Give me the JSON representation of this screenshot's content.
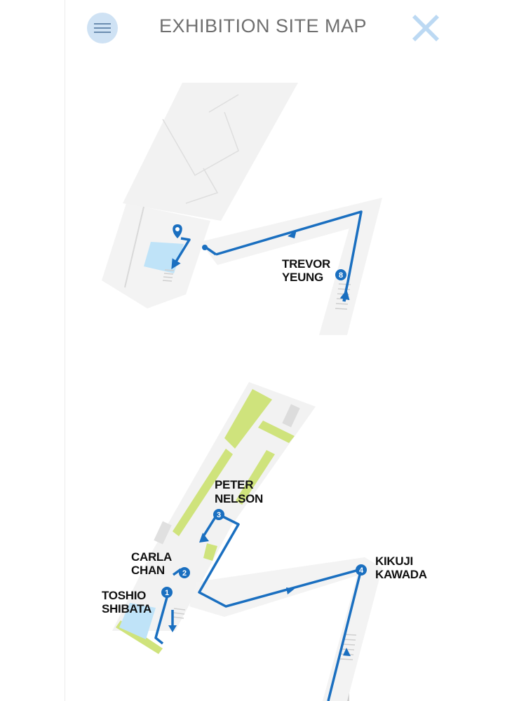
{
  "header": {
    "title": "EXHIBITION SITE MAP",
    "menu_icon": "hamburger-menu-icon",
    "close_icon": "close-x-icon"
  },
  "colors": {
    "route": "#1a6fc0",
    "building": "#f0f0f0",
    "building_outline": "#dcdcdc",
    "green_area": "#cfe37c",
    "water": "#bfe3f8",
    "menu_button": "#cfe2f4",
    "close_icon": "#bcd9f3"
  },
  "icons": {
    "location_pin": "map-pin-icon"
  },
  "stops": [
    {
      "number": "1",
      "artist_line1": "TOSHIO",
      "artist_line2": "SHIBATA"
    },
    {
      "number": "2",
      "artist_line1": "CARLA",
      "artist_line2": "CHAN"
    },
    {
      "number": "3",
      "artist_line1": "PETER",
      "artist_line2": "NELSON"
    },
    {
      "number": "4",
      "artist_line1": "KIKUJI",
      "artist_line2": "KAWADA"
    },
    {
      "number": "8",
      "artist_line1": "TREVOR",
      "artist_line2": "YEUNG"
    }
  ]
}
